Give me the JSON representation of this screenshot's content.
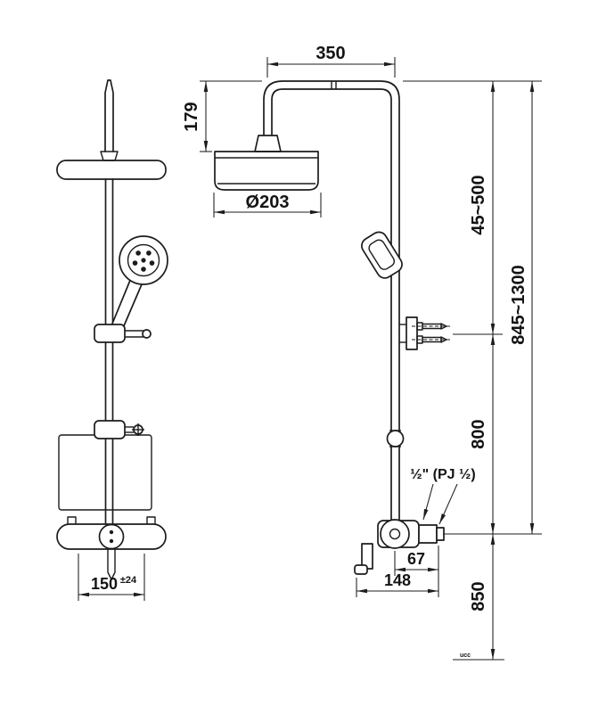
{
  "drawing": {
    "dims": {
      "top_width": "350",
      "arm_drop": "179",
      "head_diameter": "Ø203",
      "adjust_range": "45~500",
      "overall_height": "845~1300",
      "mid_section": "800",
      "install_height": "850",
      "valve_pitch": "150",
      "valve_pitch_tolerance": "±24",
      "wall_to_center": "67",
      "wall_to_spout": "148",
      "connection_note": "½\" (PJ ½)",
      "maker_mark": "ucc"
    }
  }
}
